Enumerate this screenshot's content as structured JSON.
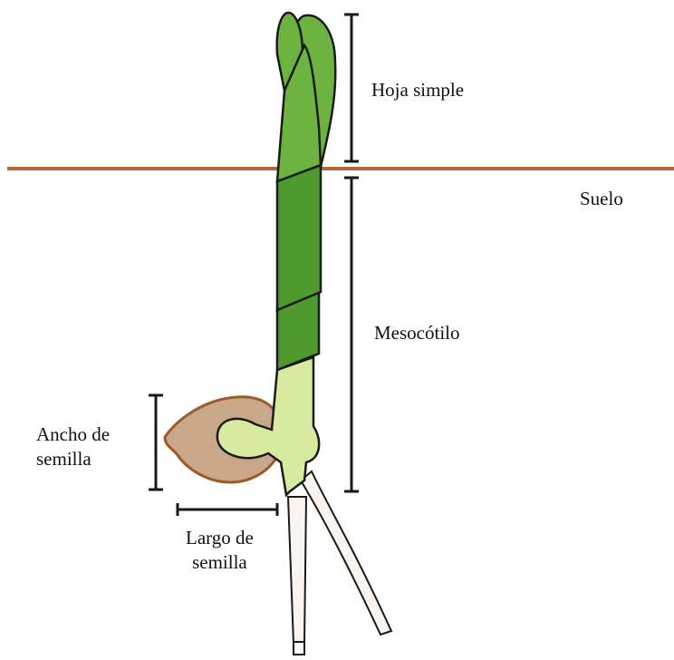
{
  "labels": {
    "hoja_simple": "Hoja simple",
    "suelo": "Suelo",
    "mesocotilo": "Mesocótilo",
    "ancho_line1": "Ancho de",
    "ancho_line2": "semilla",
    "largo_line1": "Largo de",
    "largo_line2": "semilla"
  },
  "colors": {
    "soil_line": "#b46a32",
    "leaf_green": "#6db33f",
    "leaf_dark_green": "#4f9a2e",
    "mesocotyl_light_green": "#d6eaa0",
    "seed_fill": "#c9a889",
    "seed_outline": "#9a5a2a",
    "root_fill": "#fbf3ee",
    "outline": "#1a1a1a"
  }
}
